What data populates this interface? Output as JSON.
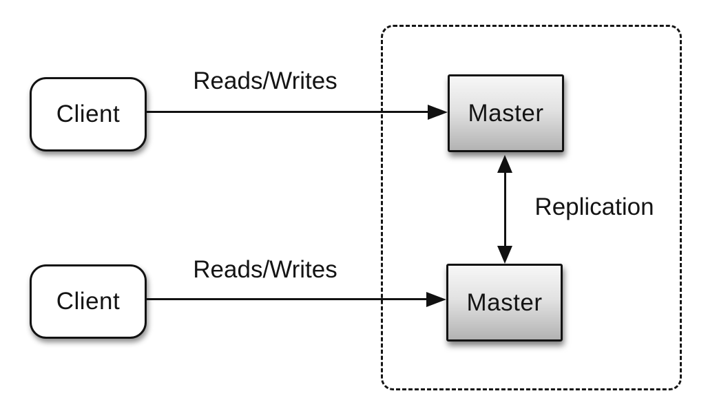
{
  "diagram": {
    "type": "architecture-diagram",
    "background": "#ffffff",
    "nodes": {
      "client_top": {
        "label": "Client",
        "shape": "rounded-rectangle",
        "fill": "#ffffff"
      },
      "client_bottom": {
        "label": "Client",
        "shape": "rounded-rectangle",
        "fill": "#ffffff"
      },
      "master_top": {
        "label": "Master",
        "shape": "rectangle",
        "fill_gradient_top": "#f7f7f7",
        "fill_gradient_bottom": "#b3b3b3"
      },
      "master_bottom": {
        "label": "Master",
        "shape": "rectangle",
        "fill_gradient_top": "#f7f7f7",
        "fill_gradient_bottom": "#b3b3b3"
      }
    },
    "edges": {
      "reads_writes_top": {
        "label": "Reads/Writes",
        "from": "client_top",
        "to": "master_top",
        "direction": "single"
      },
      "reads_writes_bottom": {
        "label": "Reads/Writes",
        "from": "client_bottom",
        "to": "master_bottom",
        "direction": "single"
      },
      "replication": {
        "label": "Replication",
        "from": "master_top",
        "to": "master_bottom",
        "direction": "double"
      }
    },
    "boundary": {
      "style": "dashed",
      "contains": [
        "master_top",
        "master_bottom"
      ]
    },
    "colors": {
      "stroke": "#111111",
      "text": "#141414",
      "background": "#ffffff"
    }
  }
}
